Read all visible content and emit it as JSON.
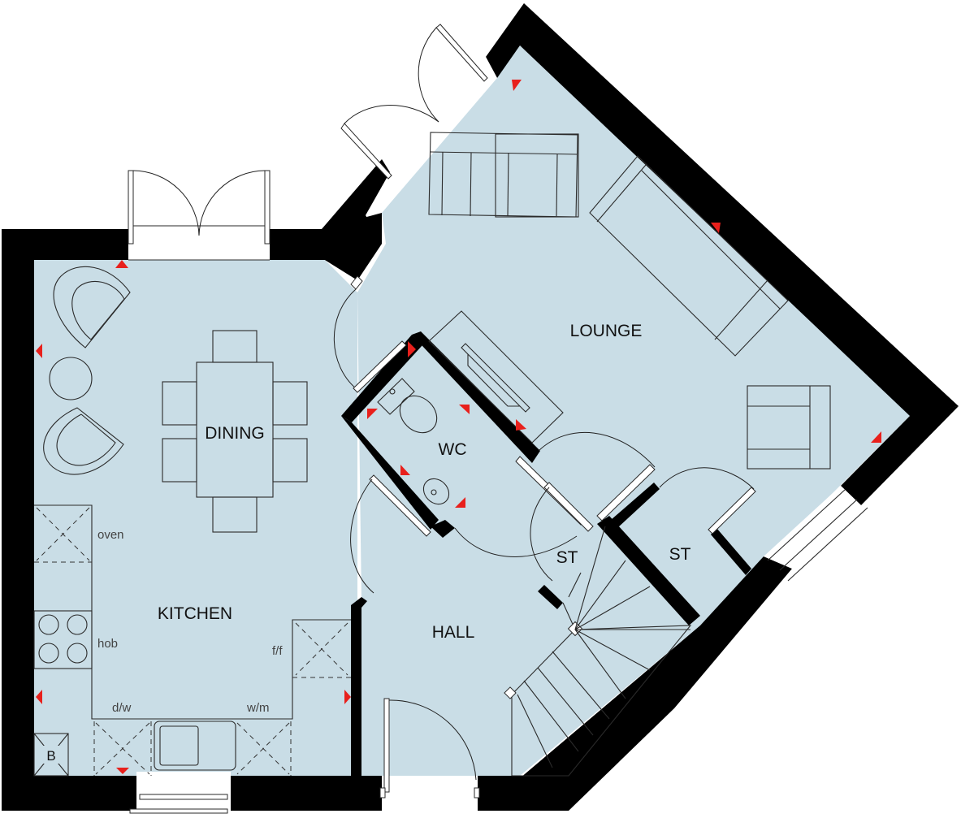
{
  "plan": {
    "type": "ground floor plan",
    "colors": {
      "floor": "#c9dde6",
      "wall": "#000000",
      "marker": "#e8201c",
      "background": "#ffffff"
    }
  },
  "rooms": {
    "dining": "DINING",
    "kitchen": "KITCHEN",
    "lounge": "LOUNGE",
    "wc": "WC",
    "hall": "HALL",
    "store_1": "ST",
    "store_2": "ST"
  },
  "fixtures": {
    "oven": "oven",
    "hob": "hob",
    "dishwasher": "d/w",
    "washing_machine": "w/m",
    "fridge_freezer": "f/f",
    "boiler": "B"
  }
}
